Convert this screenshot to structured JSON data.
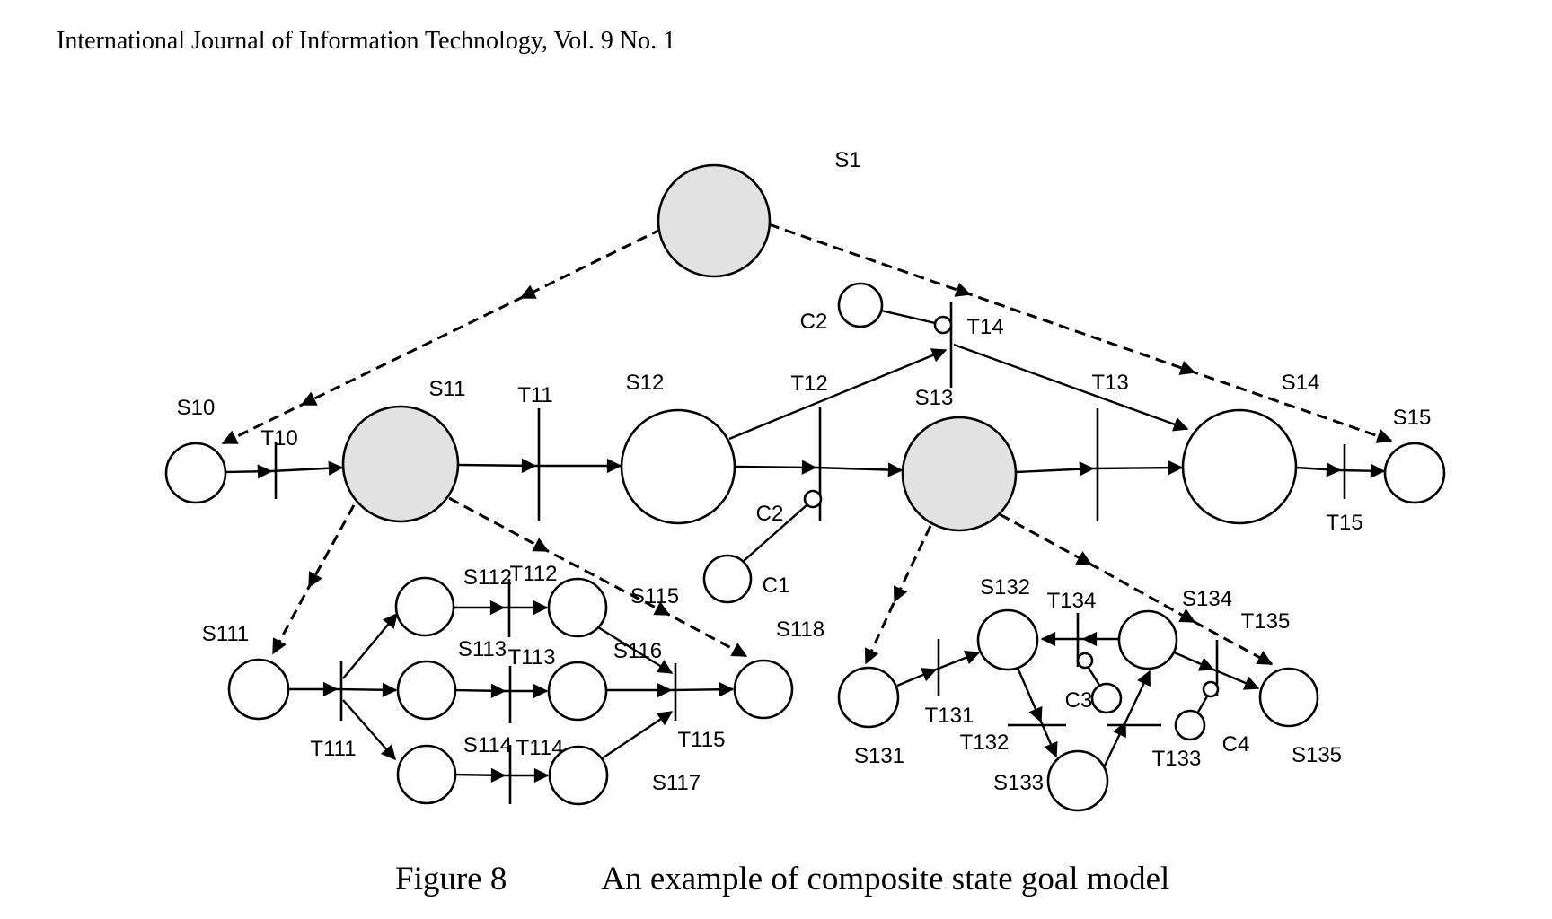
{
  "page": {
    "header": "International Journal of Information Technology, Vol. 9 No. 1",
    "caption": {
      "figure_label": "Figure 8",
      "figure_title": "An example of composite state goal model"
    }
  },
  "diagram": {
    "colors": {
      "state_fill_shaded": "#e2e2e2",
      "state_fill_plain": "#ffffff",
      "line": "#000000"
    },
    "labels": {
      "s1": "S1",
      "s10": "S10",
      "t10": "T10",
      "s11": "S11",
      "t11": "T11",
      "s12": "S12",
      "t12": "T12",
      "s13": "S13",
      "t13": "T13",
      "t14": "T14",
      "s14": "S14",
      "t15": "T15",
      "s15": "S15",
      "c2_upper": "C2",
      "c2_lower": "C2",
      "c1": "C1",
      "s111": "S111",
      "t111": "T111",
      "s112": "S112",
      "t112": "T112",
      "s113": "S113",
      "t113": "T113",
      "s114": "S114",
      "t114": "T114",
      "s115": "S115",
      "s116": "S116",
      "s117": "S117",
      "t115": "T115",
      "s118": "S118",
      "s131": "S131",
      "t131": "T131",
      "s132": "S132",
      "t132": "T132",
      "s133": "S133",
      "t133": "T133",
      "s134": "S134",
      "t134": "T134",
      "t135": "T135",
      "s135": "S135",
      "c3": "C3",
      "c4": "C4"
    }
  }
}
